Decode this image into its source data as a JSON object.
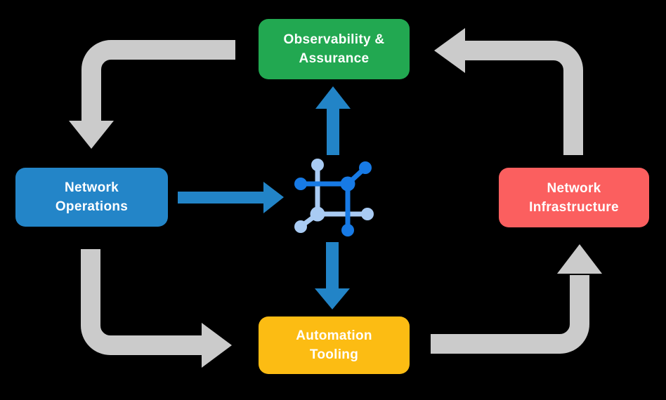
{
  "background": "#000000",
  "colors": {
    "cycle_arrow": "#CBCBCB",
    "process_arrow": "#2284C7",
    "icon_dark": "#177AE5",
    "icon_light": "#A9CBF3",
    "label_text": "#FFFFFF"
  },
  "nodes": {
    "observability": {
      "label": "Observability &\nAssurance",
      "color": "#22A851"
    },
    "operations": {
      "label": "Network\nOperations",
      "color": "#2385C8"
    },
    "infrastructure": {
      "label": "Network\nInfrastructure",
      "color": "#FB5F5F"
    },
    "automation": {
      "label": "Automation\nTooling",
      "color": "#FCBC13"
    }
  },
  "icon": {
    "name": "network-hub-icon"
  },
  "flows": {
    "cycle": [
      "Observability & Assurance -> Network Operations",
      "Network Operations -> Automation Tooling",
      "Automation Tooling -> Network Infrastructure",
      "Network Infrastructure -> Observability & Assurance"
    ],
    "hub": [
      "Network Operations -> Network Hub",
      "Network Hub -> Observability & Assurance",
      "Network Hub -> Automation Tooling"
    ]
  }
}
